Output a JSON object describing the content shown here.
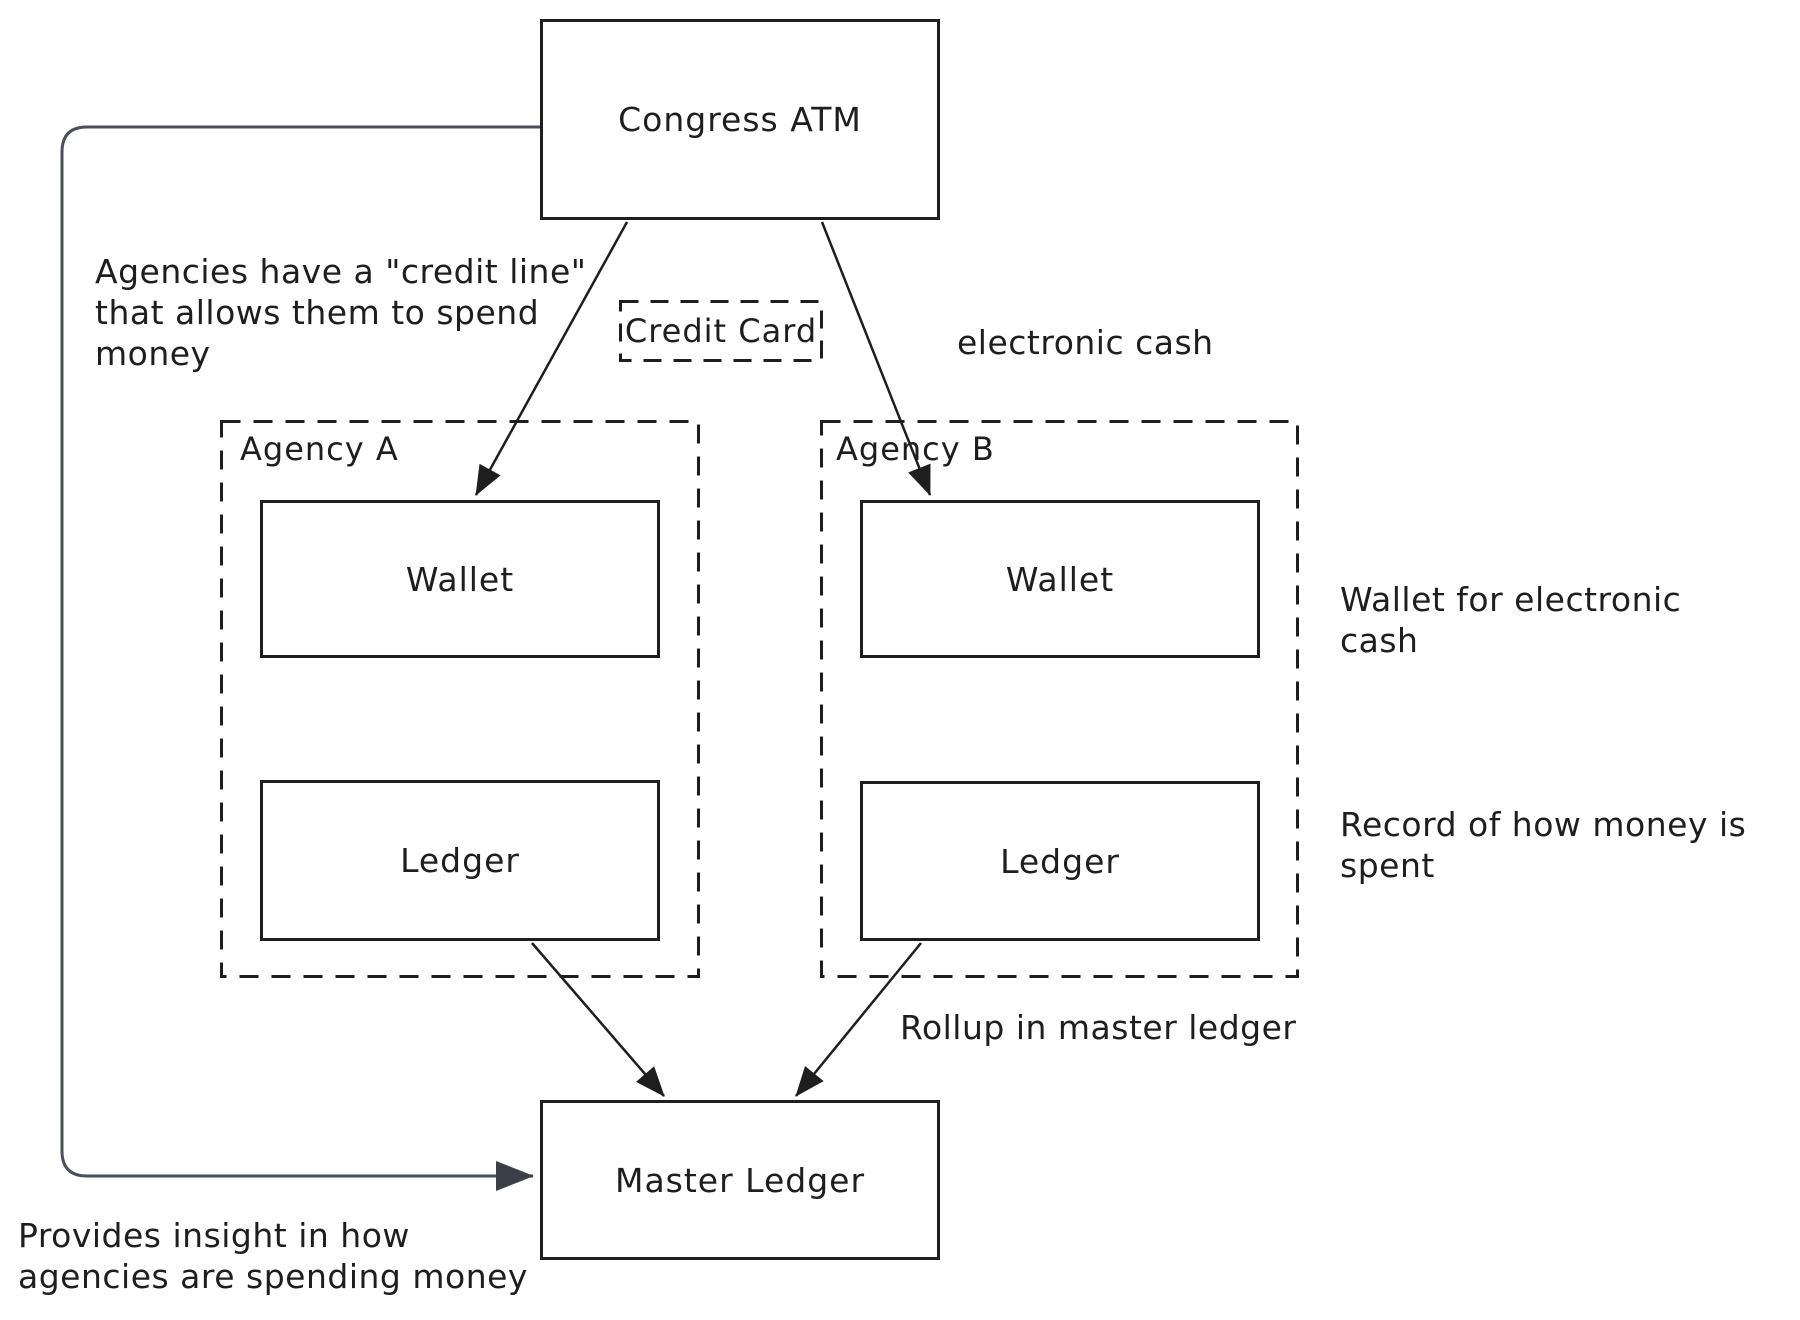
{
  "nodes": {
    "congress_atm": "Congress ATM",
    "credit_card": "Credit Card",
    "agency_a": "Agency A",
    "agency_b": "Agency B",
    "wallet_a": "Wallet",
    "wallet_b": "Wallet",
    "ledger_a": "Ledger",
    "ledger_b": "Ledger",
    "master_ledger": "Master Ledger"
  },
  "annotations": {
    "credit_line": "Agencies have a \"credit line\"\nthat allows them to spend\nmoney",
    "electronic_cash": "electronic cash",
    "wallet_note": "Wallet for electronic cash",
    "ledger_note": "Record of how money is\nspent",
    "rollup_note": "Rollup in master ledger",
    "insight_note": "Provides insight in how\nagencies are spending money"
  },
  "colors": {
    "stroke": "#1e1e1e",
    "connector_stroke": "#495057",
    "connector_arrow": "#3a4046",
    "background": "#ffffff"
  }
}
